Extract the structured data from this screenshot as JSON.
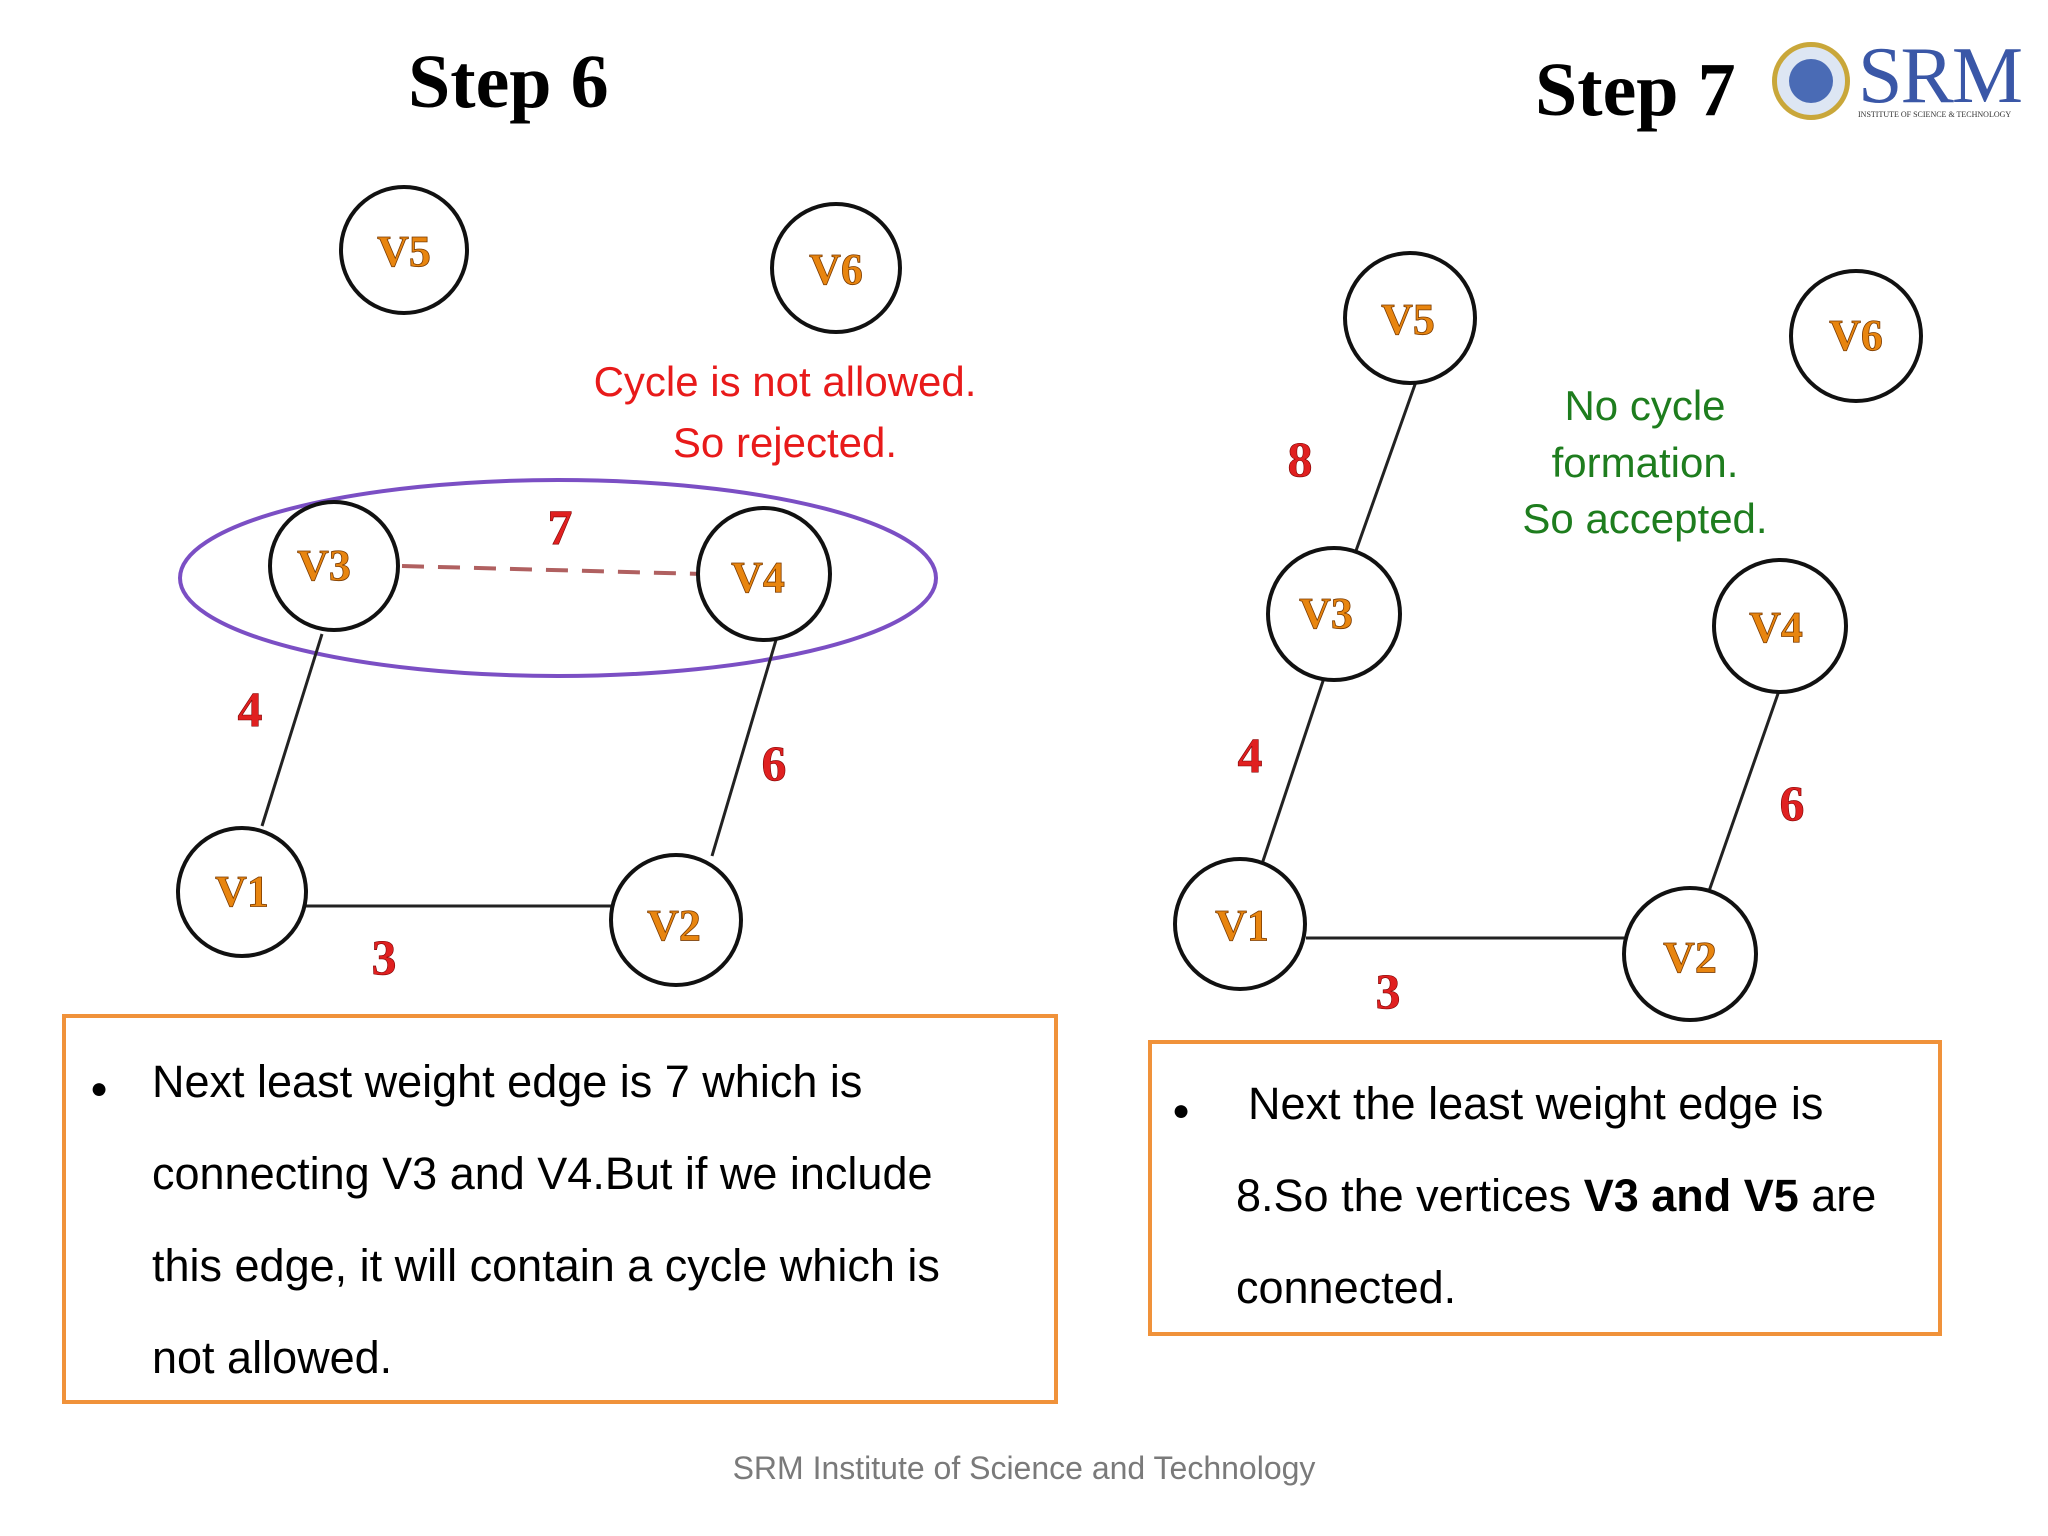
{
  "step6": {
    "title": "Step 6",
    "note_line1": "Cycle is not allowed.",
    "note_line2": "So rejected.",
    "vertices": {
      "v1": "V1",
      "v2": "V2",
      "v3": "V3",
      "v4": "V4",
      "v5": "V5",
      "v6": "V6"
    },
    "weights": {
      "w13": "4",
      "w12": "3",
      "w24": "6",
      "w34": "7"
    },
    "box_lines": [
      "Next  least weight edge is 7 which is",
      "connecting V3 and V4.But if we include",
      "this edge, it will contain a cycle  which is",
      "not allowed."
    ]
  },
  "step7": {
    "title": "Step 7",
    "note_line1": "No cycle",
    "note_line2": "formation.",
    "note_line3": "So accepted.",
    "vertices": {
      "v1": "V1",
      "v2": "V2",
      "v3": "V3",
      "v4": "V4",
      "v5": "V5",
      "v6": "V6"
    },
    "weights": {
      "w35": "8",
      "w13": "4",
      "w12": "3",
      "w24": "6"
    },
    "box_line1": " Next the least weight edge is",
    "box_line2_pre": "8.So the vertices ",
    "box_line2_bold": "V3 and V5",
    "box_line2_post": " are",
    "box_line3": "connected."
  },
  "logo": {
    "text": "SRM",
    "subtitle": "INSTITUTE OF SCIENCE & TECHNOLOGY"
  },
  "footer": "SRM Institute of Science and Technology",
  "colors": {
    "accent_orange": "#f0923a",
    "reject_red": "#e81a1a",
    "accept_green": "#1e7d1e",
    "cycle_purple": "#7b4fc4",
    "vertex_label": "#e8850f"
  }
}
